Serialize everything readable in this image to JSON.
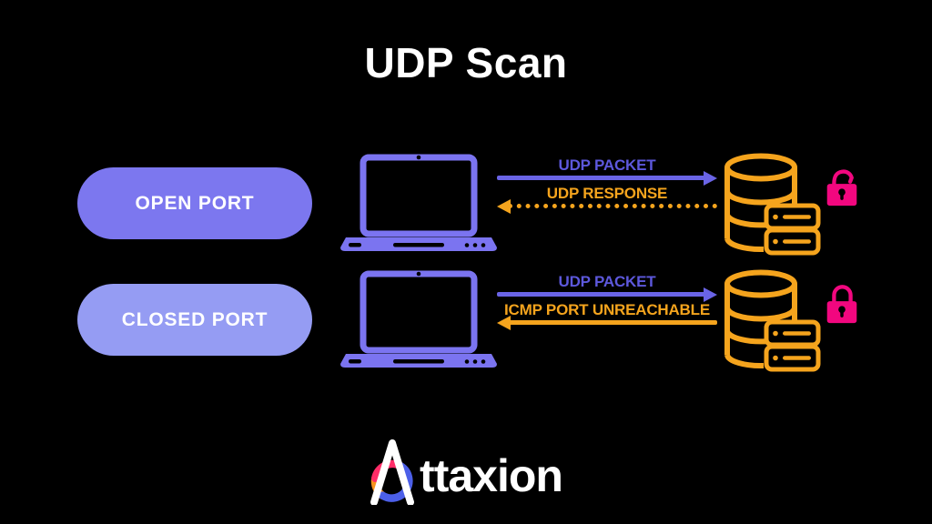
{
  "title": "UDP Scan",
  "colors": {
    "background": "#000000",
    "white": "#ffffff",
    "purple_label": "#5d58dc",
    "purple_arrow": "#6a64e6",
    "pill_open": "#7c77ef",
    "pill_closed": "#959cf3",
    "device_purple": "#7b74f0",
    "orange": "#f5a41d",
    "pink": "#f2077f",
    "logo_pink": "#ff2d68",
    "logo_orange": "#f7941e",
    "logo_blue": "#4c5fe8"
  },
  "rows": [
    {
      "port_label": "OPEN PORT",
      "request_label": "UDP PACKET",
      "response_label": "UDP RESPONSE",
      "response_line_style": "dotted",
      "lock_state": "open"
    },
    {
      "port_label": "CLOSED PORT",
      "request_label": "UDP PACKET",
      "response_label": "ICMP PORT UNREACHABLE",
      "response_line_style": "solid",
      "lock_state": "closed"
    }
  ],
  "brand": {
    "name": "Attaxion",
    "wordmark_suffix": "ttaxion"
  }
}
